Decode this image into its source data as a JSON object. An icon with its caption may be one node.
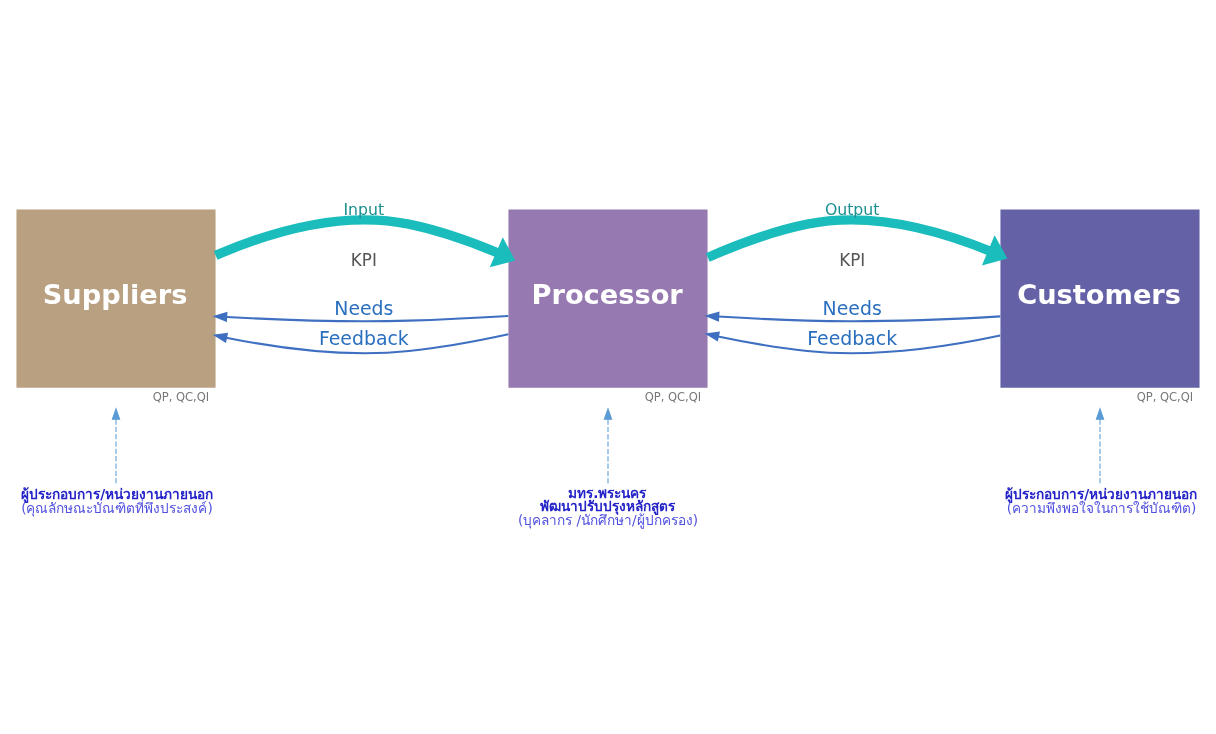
{
  "diagram": {
    "nodes": [
      {
        "text": [
          "Suppliers"
        ],
        "beside": [
          "QP, QC,QI"
        ]
      },
      {
        "text": [
          "Processor"
        ],
        "beside": [
          "QP, QC,QI"
        ]
      },
      {
        "text": [
          "Customers"
        ],
        "beside": [
          "QP, QC,QI"
        ]
      },
      {
        "text": [
          "ผู้ประกอบการ/หน่วยงานภายนอก",
          "(คุณลักษณะบัณฑิตที่พึงประสงค์)"
        ]
      },
      {
        "text": [
          "มทร.พระนคร",
          "พัฒนาปรับปรุงหลักสูตร",
          "(บุคลากร /นักศึกษา/ผู้ปกครอง)"
        ]
      },
      {
        "text": [
          "ผู้ประกอบการ/หน่วยงานภายนอก",
          "(ความพึงพอใจในการใช้บัณฑิต)"
        ]
      }
    ],
    "edges": [
      {
        "from": 0,
        "to": 1,
        "arrow": "to",
        "label": "Input",
        "style": "thick",
        "color": "#1bbcbc"
      },
      {
        "from": 1,
        "to": 2,
        "arrow": "to",
        "label": "Output",
        "style": "thick",
        "color": "#1bbcbc"
      },
      {
        "from": 1,
        "to": 0,
        "arrow": "to",
        "label": "Needs"
      },
      {
        "from": 2,
        "to": 1,
        "arrow": "to",
        "label": "Needs"
      },
      {
        "from": 1,
        "to": 0,
        "arrow": "to",
        "label": "Feedback"
      },
      {
        "from": 2,
        "to": 1,
        "arrow": "to",
        "label": "Feedback"
      },
      {
        "from": 3,
        "to": 0,
        "arrow": "to",
        "style": "dashed",
        "color": "#5b9bd5"
      },
      {
        "from": 4,
        "to": 1,
        "arrow": "to",
        "style": "dashed",
        "color": "#5b9bd5"
      },
      {
        "from": 5,
        "to": 2,
        "arrow": "to",
        "style": "dashed",
        "color": "#5b9bd5"
      }
    ],
    "labels": [
      "KPI",
      "KPI"
    ]
  }
}
